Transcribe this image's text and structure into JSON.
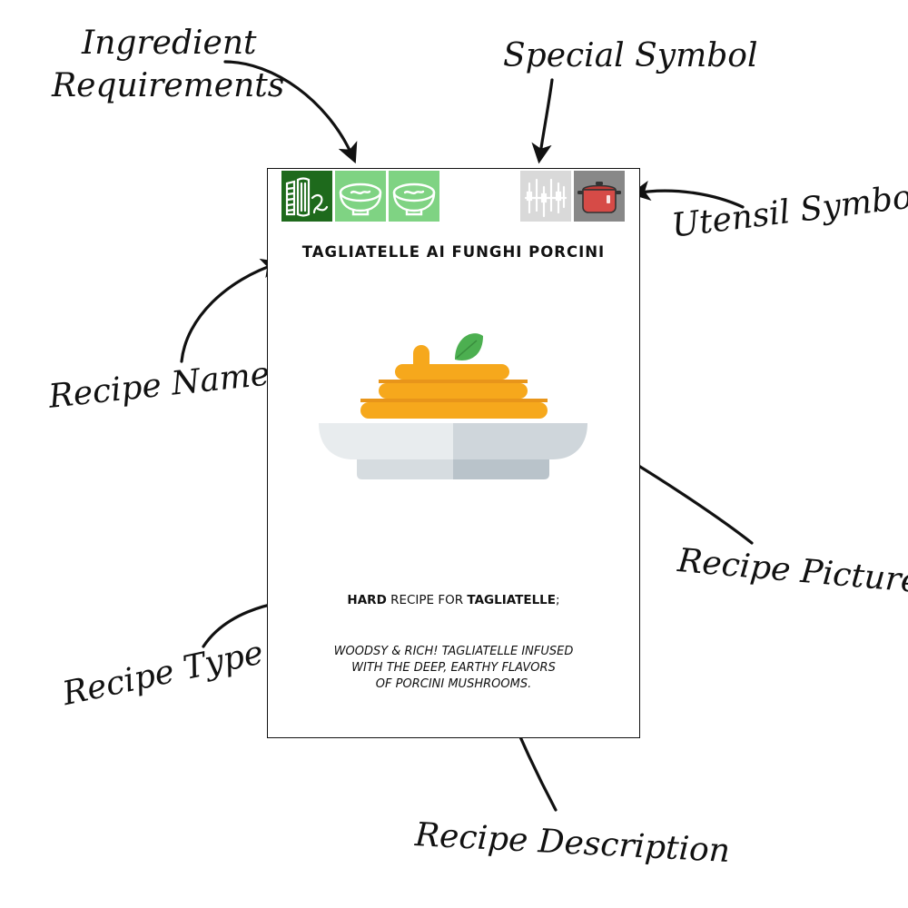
{
  "annotations": {
    "ingredient_line1": "Ingredient",
    "ingredient_line2": "Requirements",
    "special_symbol": "Special Symbol",
    "utensil_symbol": "Utensil Symbol",
    "recipe_name": "Recipe Name",
    "recipe_picture": "Recipe Picture",
    "recipe_type": "Recipe Type",
    "recipe_description": "Recipe Description"
  },
  "card": {
    "ingredient_icons": [
      "pasta-icon",
      "broth-bowl-icon",
      "broth-bowl-icon"
    ],
    "special_icon": "comb-symbol-icon",
    "utensil_icon": "cooking-pot-icon",
    "title": "TAGLIATELLE AI FUNGHI PORCINI",
    "picture_icon": "pasta-plate-icon",
    "type": {
      "difficulty": "HARD",
      "middle": " RECIPE FOR ",
      "pasta": "TAGLIATELLE",
      "suffix": ";"
    },
    "description": [
      "WOODSY & RICH! TAGLIATELLE INFUSED",
      "WITH THE DEEP, EARTHY FLAVORS",
      "OF PORCINI MUSHROOMS."
    ]
  },
  "colors": {
    "pasta_tile": "#1e6a1c",
    "broth_tile": "#7fd383",
    "special_tile": "#d9d9d9",
    "utensil_tile": "#888888",
    "pot": "#d64b47",
    "noodles": "#f6a81c",
    "leaf": "#4caf50",
    "plate_light": "#e8ecee",
    "plate_dark": "#cfd6db"
  }
}
